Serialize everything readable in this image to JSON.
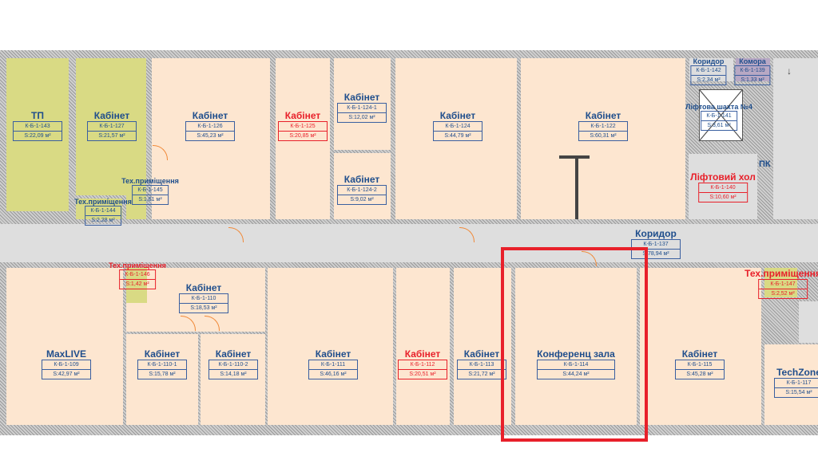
{
  "plan": {
    "top_rooms": [
      {
        "name": "ТП",
        "code": "К-Б-1-143",
        "area": "S:22,09 м²"
      },
      {
        "name": "Кабінет",
        "code": "К-Б-1-127",
        "area": "S:21,57 м²"
      },
      {
        "name": "Тех.приміщення",
        "code": "К-Б-1-145",
        "area": "S:1,61 м²"
      },
      {
        "name": "Тех.приміщення",
        "code": "К-Б-1-144",
        "area": "S:2,28 м²"
      },
      {
        "name": "Кабінет",
        "code": "К-Б-1-126",
        "area": "S:45,23 м²"
      },
      {
        "name": "Кабінет",
        "code": "К-Б-1-125",
        "area": "S:20,85 м²"
      },
      {
        "name": "Кабінет",
        "code": "К-Б-1-124-1",
        "area": "S:12,02 м²"
      },
      {
        "name": "Кабінет",
        "code": "К-Б-1-124-2",
        "area": "S:9,02 м²"
      },
      {
        "name": "Кабінет",
        "code": "К-Б-1-124",
        "area": "S:44,79 м²"
      },
      {
        "name": "Кабінет",
        "code": "К-Б-1-122",
        "area": "S:60,31 м²"
      },
      {
        "name": "Коридор",
        "code": "К-Б-1-142",
        "area": "S:2,34 м²"
      },
      {
        "name": "Комора",
        "code": "К-Б-1-139",
        "area": "S:1,33 м²"
      },
      {
        "name": "Ліфтова шахта №4",
        "code": "К-Б-1-141",
        "area": "S:3,61 м²"
      },
      {
        "name": "Ліфтовий хол",
        "code": "К-Б-1-140",
        "area": "S:10,60 м²"
      }
    ],
    "pk_label": "ПК",
    "corridor": {
      "name": "Коридор",
      "code": "К-Б-1-137",
      "area": "S:78,94 м²"
    },
    "bottom_rooms": [
      {
        "name": "Тех.приміщення",
        "code": "К-Б-1-146",
        "area": "S:1,42 м²"
      },
      {
        "name": "Кабінет",
        "code": "К-Б-1-110",
        "area": "S:18,53 м²"
      },
      {
        "name": "MaxLIVE",
        "code": "К-Б-1-109",
        "area": "S:42,97 м²"
      },
      {
        "name": "Кабінет",
        "code": "К-Б-1-110-1",
        "area": "S:15,78 м²"
      },
      {
        "name": "Кабінет",
        "code": "К-Б-1-110-2",
        "area": "S:14,18 м²"
      },
      {
        "name": "Кабінет",
        "code": "К-Б-1-111",
        "area": "S:46,16 м²"
      },
      {
        "name": "Кабінет",
        "code": "К-Б-1-112",
        "area": "S:20,51 м²"
      },
      {
        "name": "Кабінет",
        "code": "К-Б-1-113",
        "area": "S:21,72 м²"
      },
      {
        "name": "Конференц зала",
        "code": "К-Б-1-114",
        "area": "S:44,24 м²"
      },
      {
        "name": "Кабінет",
        "code": "К-Б-1-115",
        "area": "S:45,28 м²"
      },
      {
        "name": "Тех.приміщення",
        "code": "К-Б-1-147",
        "area": "S:2,52 м²"
      },
      {
        "name": "TechZone",
        "code": "К-Б-1-117",
        "area": "S:15,54 м²"
      }
    ],
    "colors": {
      "office": "#fde6d0",
      "technical": "#d9da84",
      "corridor": "#dedede",
      "storage": "#b8a8c4",
      "highlight": "#e8202a",
      "label": "#1f4e8c"
    }
  }
}
